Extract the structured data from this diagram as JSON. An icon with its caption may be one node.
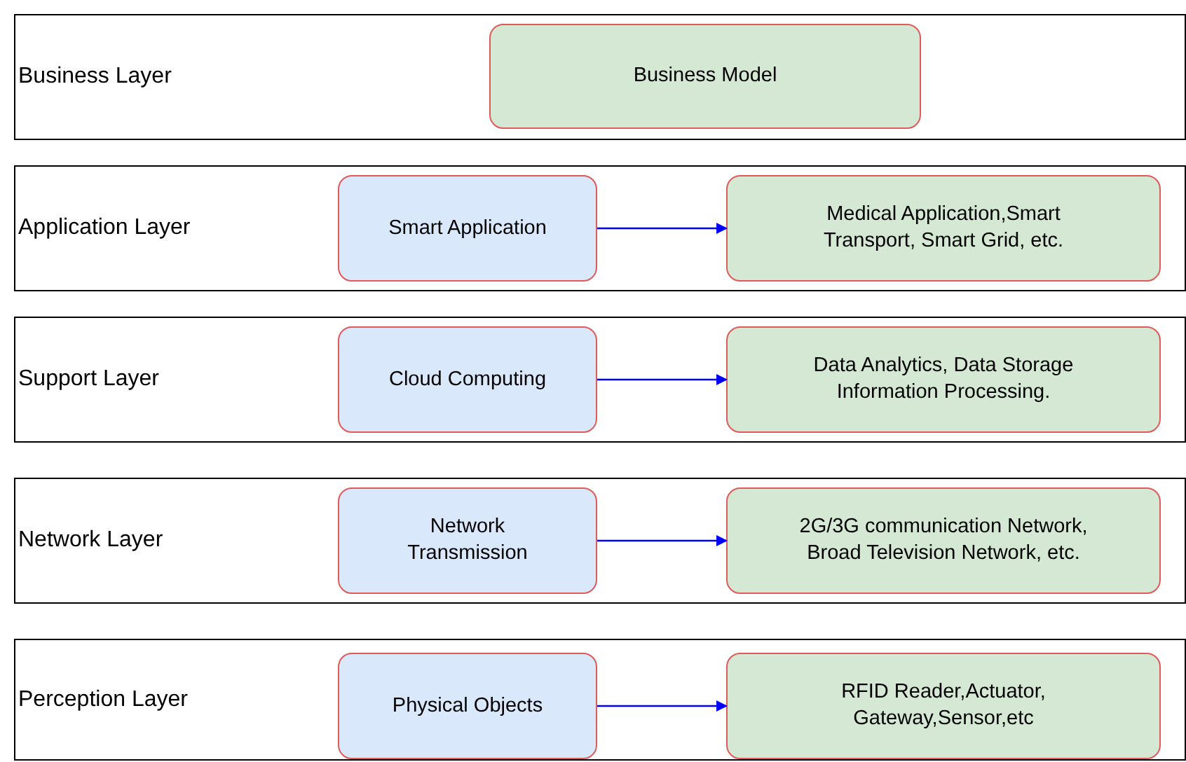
{
  "diagram": {
    "nodes": [
      {
        "text": [
          "Business Layer"
        ]
      },
      {
        "text": [
          "Business Model"
        ],
        "in": 0
      },
      {
        "text": [
          "Application Layer"
        ]
      },
      {
        "text": [
          "Smart Application"
        ],
        "in": 2
      },
      {
        "text": [
          "Medical Application,Smart Transport, Smart Grid, etc."
        ],
        "in": 2
      },
      {
        "text": [
          "Support Layer"
        ]
      },
      {
        "text": [
          "Cloud Computing"
        ],
        "in": 5
      },
      {
        "text": [
          "Data Analytics, Data Storage Information Processing."
        ],
        "in": 5
      },
      {
        "text": [
          "Network Layer"
        ]
      },
      {
        "text": [
          "Network Transmission"
        ],
        "in": 8
      },
      {
        "text": [
          "2G/3G communication Network, Broad Television Network, etc."
        ],
        "in": 8
      },
      {
        "text": [
          "Perception Layer"
        ]
      },
      {
        "text": [
          "Physical Objects"
        ],
        "in": 11
      },
      {
        "text": [
          "RFID Reader,Actuator, Gateway,Sensor,etc"
        ],
        "in": 11
      }
    ],
    "edges": [
      {
        "from": 3,
        "to": 4,
        "arrow": "to"
      },
      {
        "from": 6,
        "to": 7,
        "arrow": "to"
      },
      {
        "from": 9,
        "to": 10,
        "arrow": "to"
      },
      {
        "from": 12,
        "to": 13,
        "arrow": "to"
      }
    ]
  }
}
